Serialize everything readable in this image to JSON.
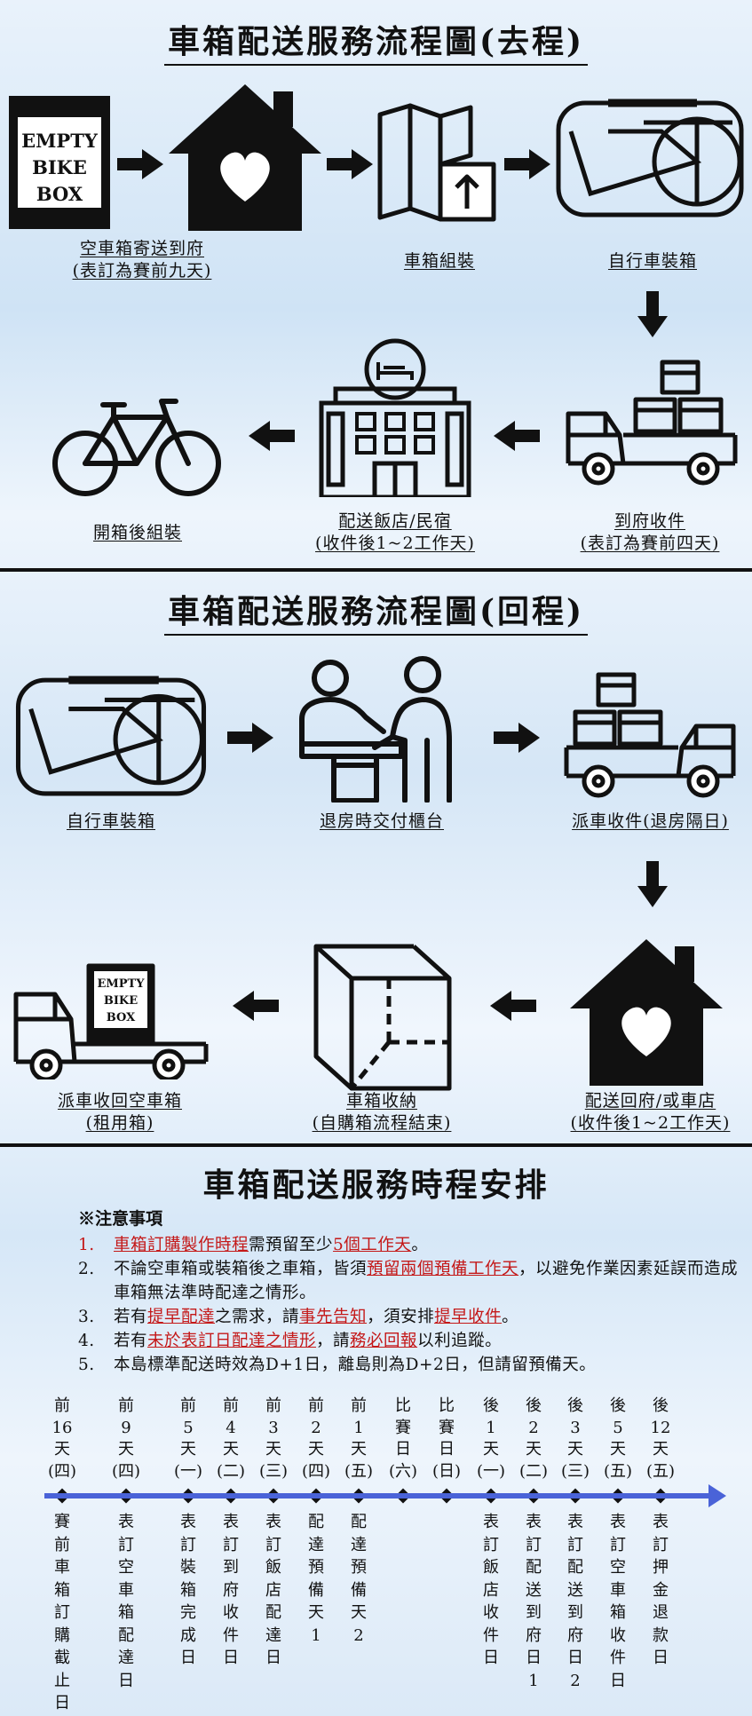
{
  "outbound": {
    "title": "車箱配送服務流程圖(去程)",
    "steps": [
      {
        "line1": "空車箱寄送到府",
        "line2": "(表訂為賽前九天)"
      },
      {
        "line1": "車箱組裝",
        "line2": ""
      },
      {
        "line1": "自行車裝箱",
        "line2": ""
      },
      {
        "line1": "到府收件",
        "line2": "(表訂為賽前四天)"
      },
      {
        "line1": "配送飯店/民宿",
        "line2": "(收件後1~2工作天)"
      },
      {
        "line1": "開箱後組裝",
        "line2": ""
      }
    ],
    "box_label": [
      "EMPTY",
      "BIKE",
      "BOX"
    ]
  },
  "return": {
    "title": "車箱配送服務流程圖(回程)",
    "steps": [
      {
        "line1": "自行車裝箱",
        "line2": ""
      },
      {
        "line1": "退房時交付櫃台",
        "line2": ""
      },
      {
        "line1": "派車收件(退房隔日)",
        "line2": ""
      },
      {
        "line1": "配送回府/或車店",
        "line2": "(收件後1~2工作天)"
      },
      {
        "line1": "車箱收納",
        "line2": "(自購箱流程結束)"
      },
      {
        "line1": "派車收回空車箱",
        "line2": "(租用箱)"
      }
    ],
    "truck_box_label": [
      "EMPTY",
      "BIKE",
      "BOX"
    ]
  },
  "schedule": {
    "title": "車箱配送服務時程安排",
    "notes_head": "※注意事項",
    "notes": [
      {
        "num": "1.",
        "parts": [
          [
            "車箱訂購製作時程",
            "red"
          ],
          [
            "需預留至少",
            ""
          ],
          [
            "5個工作天",
            "red"
          ],
          [
            "。",
            ""
          ]
        ]
      },
      {
        "num": "2.",
        "parts": [
          [
            "不論空車箱或裝箱後之車箱，皆須",
            ""
          ],
          [
            "預留兩個預備工作天",
            "red"
          ],
          [
            "，以避免作業因素延誤而造成車箱無法準時配達之情形。",
            ""
          ]
        ]
      },
      {
        "num": "3.",
        "parts": [
          [
            "若有",
            ""
          ],
          [
            "提早配達",
            "red"
          ],
          [
            "之需求，請",
            ""
          ],
          [
            "事先告知",
            "red"
          ],
          [
            "，須安排",
            ""
          ],
          [
            "提早收件",
            "red"
          ],
          [
            "。",
            ""
          ]
        ]
      },
      {
        "num": "4.",
        "parts": [
          [
            "若有",
            ""
          ],
          [
            "未於表訂日配達之情形",
            "red"
          ],
          [
            "，請",
            ""
          ],
          [
            "務必回報",
            "red"
          ],
          [
            "以利追蹤。",
            ""
          ]
        ]
      },
      {
        "num": "5.",
        "parts": [
          [
            "本島標準配送時效為D+1日，離島則為D+2日，但請留預備天。",
            ""
          ]
        ]
      }
    ],
    "timeline": [
      {
        "top": [
          "前",
          "16",
          "天",
          "(四)"
        ],
        "bottom": [
          "賽",
          "前",
          "車",
          "箱",
          "訂",
          "購",
          "截",
          "止",
          "日"
        ]
      },
      {
        "top": [
          "前",
          "9",
          "天",
          "(四)"
        ],
        "bottom": [
          "表",
          "訂",
          "空",
          "車",
          "箱",
          "配",
          "達",
          "日"
        ]
      },
      {
        "top": [
          "前",
          "5",
          "天",
          "(一)"
        ],
        "bottom": [
          "表",
          "訂",
          "裝",
          "箱",
          "完",
          "成",
          "日"
        ]
      },
      {
        "top": [
          "前",
          "4",
          "天",
          "(二)"
        ],
        "bottom": [
          "表",
          "訂",
          "到",
          "府",
          "收",
          "件",
          "日"
        ]
      },
      {
        "top": [
          "前",
          "3",
          "天",
          "(三)"
        ],
        "bottom": [
          "表",
          "訂",
          "飯",
          "店",
          "配",
          "達",
          "日"
        ]
      },
      {
        "top": [
          "前",
          "2",
          "天",
          "(四)"
        ],
        "bottom": [
          "配",
          "達",
          "預",
          "備",
          "天",
          "1"
        ]
      },
      {
        "top": [
          "前",
          "1",
          "天",
          "(五)"
        ],
        "bottom": [
          "配",
          "達",
          "預",
          "備",
          "天",
          "2"
        ]
      },
      {
        "top": [
          "比",
          "賽",
          "日",
          "(六)"
        ],
        "bottom": []
      },
      {
        "top": [
          "比",
          "賽",
          "日",
          "(日)"
        ],
        "bottom": []
      },
      {
        "top": [
          "後",
          "1",
          "天",
          "(一)"
        ],
        "bottom": [
          "表",
          "訂",
          "飯",
          "店",
          "收",
          "件",
          "日"
        ]
      },
      {
        "top": [
          "後",
          "2",
          "天",
          "(二)"
        ],
        "bottom": [
          "表",
          "訂",
          "配",
          "送",
          "到",
          "府",
          "日",
          "1"
        ]
      },
      {
        "top": [
          "後",
          "3",
          "天",
          "(三)"
        ],
        "bottom": [
          "表",
          "訂",
          "配",
          "送",
          "到",
          "府",
          "日",
          "2"
        ]
      },
      {
        "top": [
          "後",
          "5",
          "天",
          "(五)"
        ],
        "bottom": [
          "表",
          "訂",
          "空",
          "車",
          "箱",
          "收",
          "件",
          "日"
        ]
      },
      {
        "top": [
          "後",
          "12",
          "天",
          "(五)"
        ],
        "bottom": [
          "表",
          "訂",
          "押",
          "金",
          "退",
          "款",
          "日"
        ]
      }
    ]
  }
}
